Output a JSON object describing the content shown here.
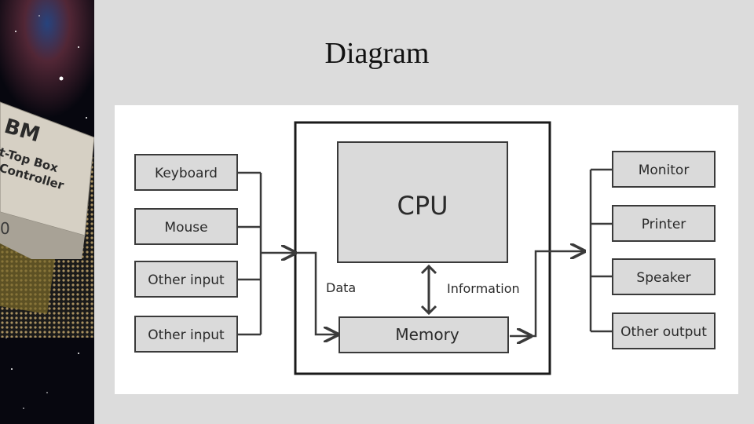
{
  "slide": {
    "title": "Diagram"
  },
  "side_chip": {
    "brand": "BM",
    "line1": "t-Top Box",
    "line2": "Controller",
    "corner": "0"
  },
  "diagram": {
    "inputs": [
      "Keyboard",
      "Mouse",
      "Other input",
      "Other input"
    ],
    "outputs": [
      "Monitor",
      "Printer",
      "Speaker",
      "Other output"
    ],
    "cpu": "CPU",
    "memory": "Memory",
    "data_label": "Data",
    "information_label": "Information"
  }
}
